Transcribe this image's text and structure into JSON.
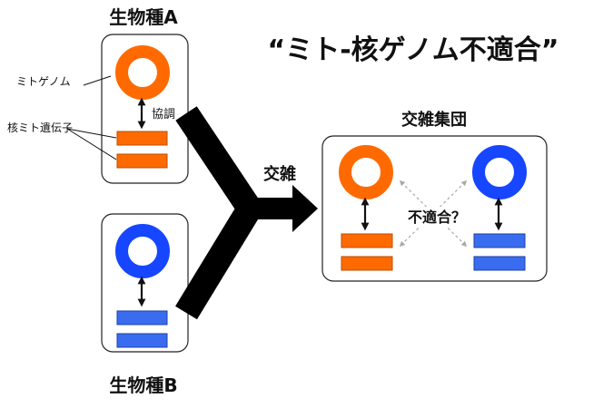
{
  "title": "“ミト-核ゲノム不適合”",
  "species_a": {
    "label": "生物種A",
    "coordination_label": "協調"
  },
  "species_b": {
    "label": "生物種B"
  },
  "callouts": {
    "mito_genome": "ミトゲノム",
    "nuclear_mito_genes": "核ミト遺伝子"
  },
  "cross_label": "交雑",
  "hybrid": {
    "label": "交雑集団",
    "incompatibility_label": "不適合？"
  },
  "colors": {
    "orange": "#ff6a00",
    "blue": "#1646ff",
    "gene_blue": "#3a6cf0"
  }
}
